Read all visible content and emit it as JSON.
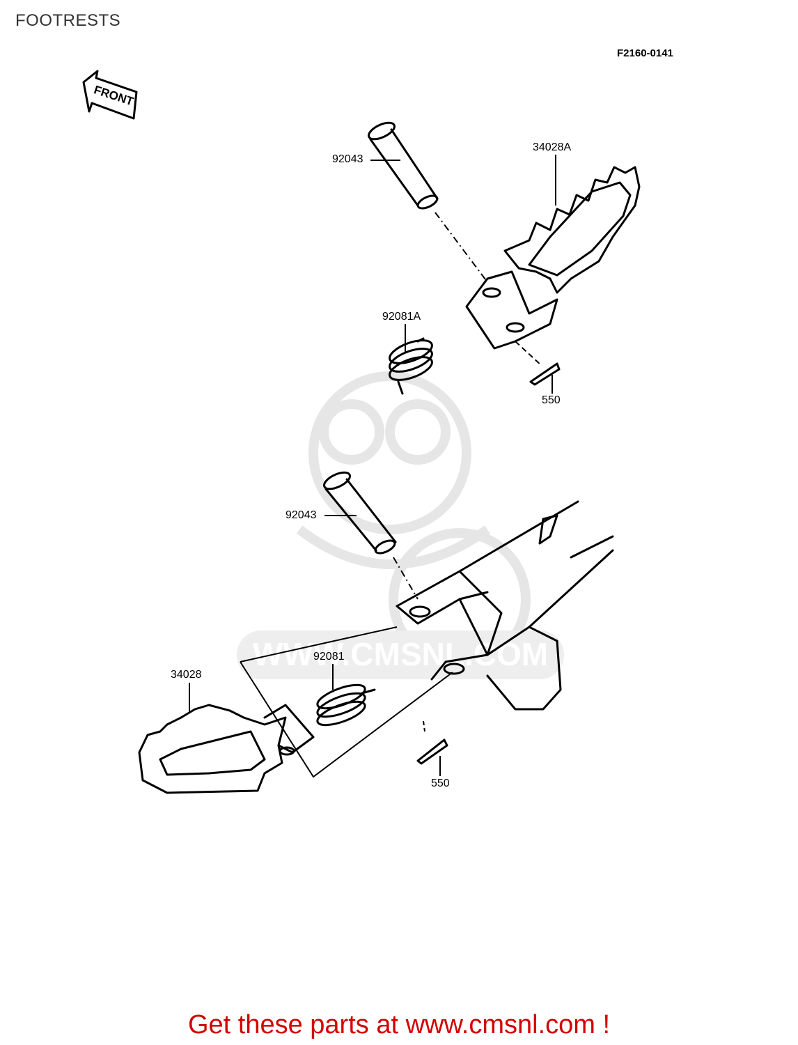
{
  "header": {
    "title": "FOOTRESTS",
    "diagram_code": "F2160-0141"
  },
  "arrow": {
    "label": "FRONT"
  },
  "watermark": {
    "text": "WWW.CMSNL.COM"
  },
  "callouts": [
    {
      "part": "92043",
      "group": "upper"
    },
    {
      "part": "34028A",
      "group": "upper"
    },
    {
      "part": "92081A",
      "group": "upper"
    },
    {
      "part": "550",
      "group": "upper"
    },
    {
      "part": "92043",
      "group": "lower"
    },
    {
      "part": "92081",
      "group": "lower"
    },
    {
      "part": "34028",
      "group": "lower"
    },
    {
      "part": "550",
      "group": "lower"
    }
  ],
  "footer": {
    "link_text": "Get these parts at www.cmsnl.com !"
  }
}
